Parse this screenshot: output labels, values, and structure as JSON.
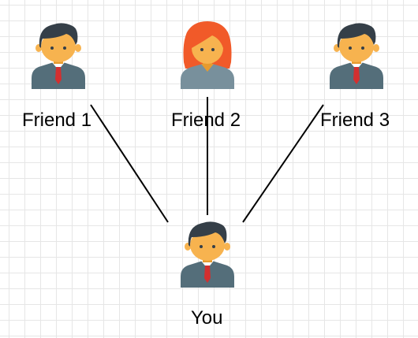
{
  "diagram": {
    "nodes": [
      {
        "id": "friend-1",
        "label": "Friend 1",
        "avatar": "man-icon"
      },
      {
        "id": "friend-2",
        "label": "Friend 2",
        "avatar": "woman-icon"
      },
      {
        "id": "friend-3",
        "label": "Friend 3",
        "avatar": "man-icon"
      },
      {
        "id": "you",
        "label": "You",
        "avatar": "man-icon"
      }
    ],
    "edges": [
      {
        "from": "friend-1",
        "to": "you"
      },
      {
        "from": "friend-2",
        "to": "you"
      },
      {
        "from": "friend-3",
        "to": "you"
      }
    ]
  },
  "colors": {
    "edge": "#000000",
    "skin": "#f7b34f",
    "male_hair": "#353f48",
    "female_hair": "#f15a29",
    "male_suit": "#546e7a",
    "female_top": "#78909c",
    "tie": "#d32f2f",
    "shirt": "#ffffff"
  }
}
